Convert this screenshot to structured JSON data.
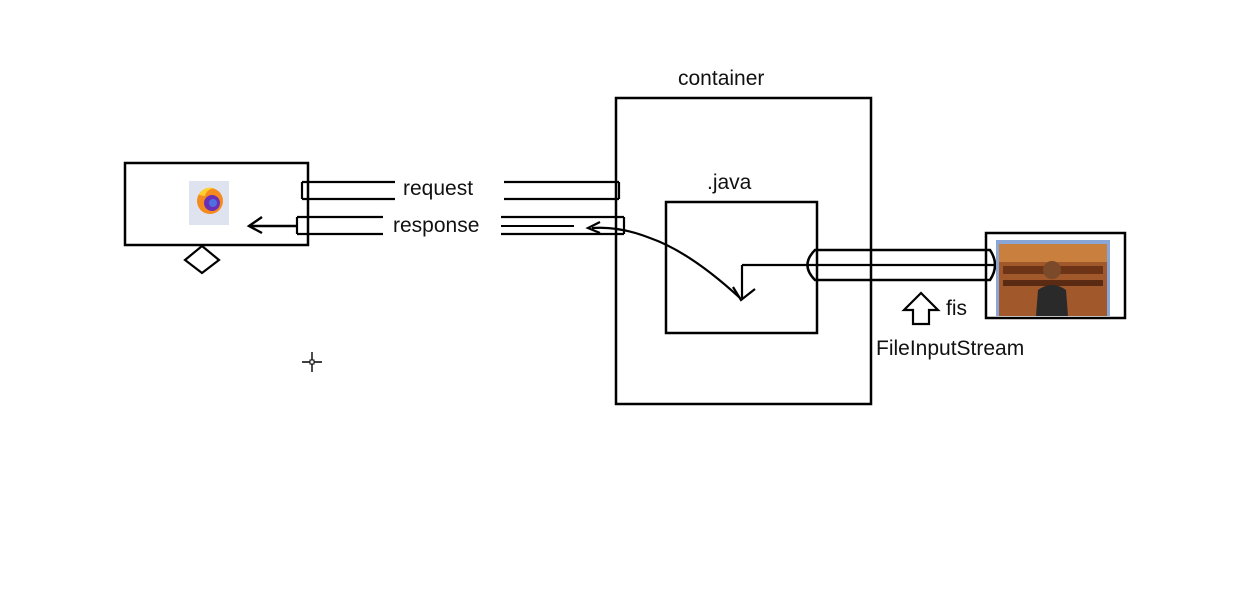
{
  "labels": {
    "container": "container",
    "java": ".java",
    "request": "request",
    "response": "response",
    "fis": "fis",
    "file_input_stream": "FileInputStream"
  },
  "icons": {
    "browser": "firefox-icon",
    "image_file": "photo-thumbnail",
    "cursor": "crosshair-cursor-icon"
  },
  "colors": {
    "stroke": "#000000",
    "background": "#ffffff",
    "icon_bg": "#dfe3f0",
    "photo_border": "#8aa6d6"
  }
}
